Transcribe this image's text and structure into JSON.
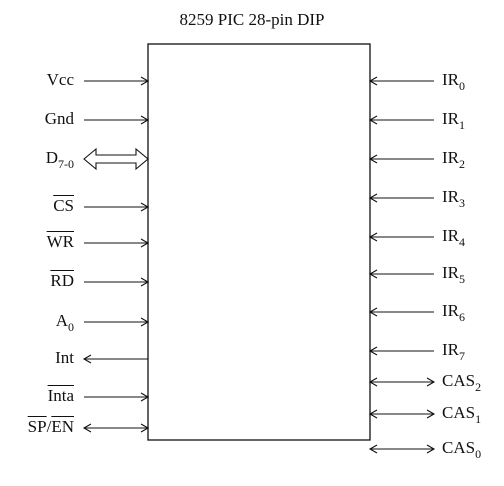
{
  "title": "8259 PIC 28-pin DIP",
  "left_pins": [
    {
      "main": "Vcc",
      "sub": "",
      "overline": false,
      "direction": "in"
    },
    {
      "main": "Gnd",
      "sub": "",
      "overline": false,
      "direction": "in"
    },
    {
      "main": "D",
      "sub": "7-0",
      "overline": false,
      "direction": "bidir-bus"
    },
    {
      "main": "CS",
      "sub": "",
      "overline": true,
      "direction": "in"
    },
    {
      "main": "WR",
      "sub": "",
      "overline": true,
      "direction": "in"
    },
    {
      "main": "RD",
      "sub": "",
      "overline": true,
      "direction": "in"
    },
    {
      "main": "A",
      "sub": "0",
      "overline": false,
      "direction": "in"
    },
    {
      "main": "Int",
      "sub": "",
      "overline": false,
      "direction": "out"
    },
    {
      "main": "Inta",
      "sub": "",
      "overline": true,
      "direction": "in"
    },
    {
      "main": "SP",
      "sep": "/",
      "main2": "EN",
      "sub": "",
      "overline": true,
      "direction": "bidir"
    }
  ],
  "right_pins": [
    {
      "main": "IR",
      "sub": "0",
      "direction": "in"
    },
    {
      "main": "IR",
      "sub": "1",
      "direction": "in"
    },
    {
      "main": "IR",
      "sub": "2",
      "direction": "in"
    },
    {
      "main": "IR",
      "sub": "3",
      "direction": "in"
    },
    {
      "main": "IR",
      "sub": "4",
      "direction": "in"
    },
    {
      "main": "IR",
      "sub": "5",
      "direction": "in"
    },
    {
      "main": "IR",
      "sub": "6",
      "direction": "in"
    },
    {
      "main": "IR",
      "sub": "7",
      "direction": "in"
    },
    {
      "main": "CAS",
      "sub": "2",
      "direction": "bidir"
    },
    {
      "main": "CAS",
      "sub": "1",
      "direction": "bidir"
    },
    {
      "main": "CAS",
      "sub": "0",
      "direction": "bidir"
    }
  ]
}
